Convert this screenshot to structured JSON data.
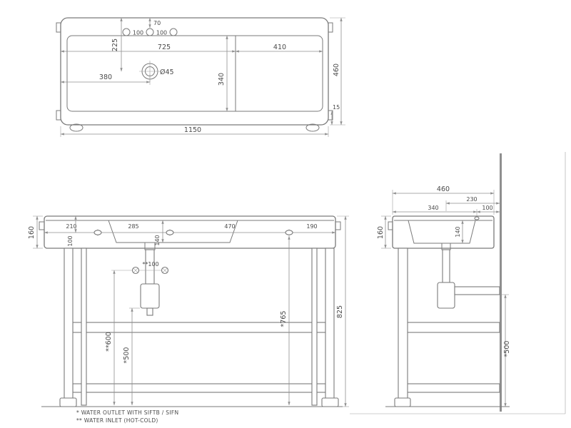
{
  "colors": {
    "background": "#ffffff",
    "outline": "#7a7a7a",
    "dimension": "#8f8f8f",
    "text": "#4a4a4a"
  },
  "top_view": {
    "d1150": "1150",
    "d460": "460",
    "d725": "725",
    "d410": "410",
    "d380": "380",
    "d340": "340",
    "d225": "225",
    "d70": "70",
    "d100a": "100",
    "d100b": "100",
    "d45": "Ø45",
    "d15": "15"
  },
  "front_view": {
    "d160": "160",
    "d210": "210",
    "d285": "285",
    "d470": "470",
    "d190": "190",
    "d100": "100",
    "d140": "140",
    "d100_inlets": "**100",
    "d600": "**600",
    "d500": "*500",
    "d765": "*765",
    "d825": "825"
  },
  "side_view": {
    "d460": "460",
    "d230": "230",
    "d100": "100",
    "d340": "340",
    "d160": "160",
    "d140": "140",
    "d500": "*500"
  },
  "footnotes": {
    "outlet": "*  WATER OUTLET WITH SIFTB / SIFN",
    "inlet": "** WATER INLET  (HOT-COLD)"
  }
}
